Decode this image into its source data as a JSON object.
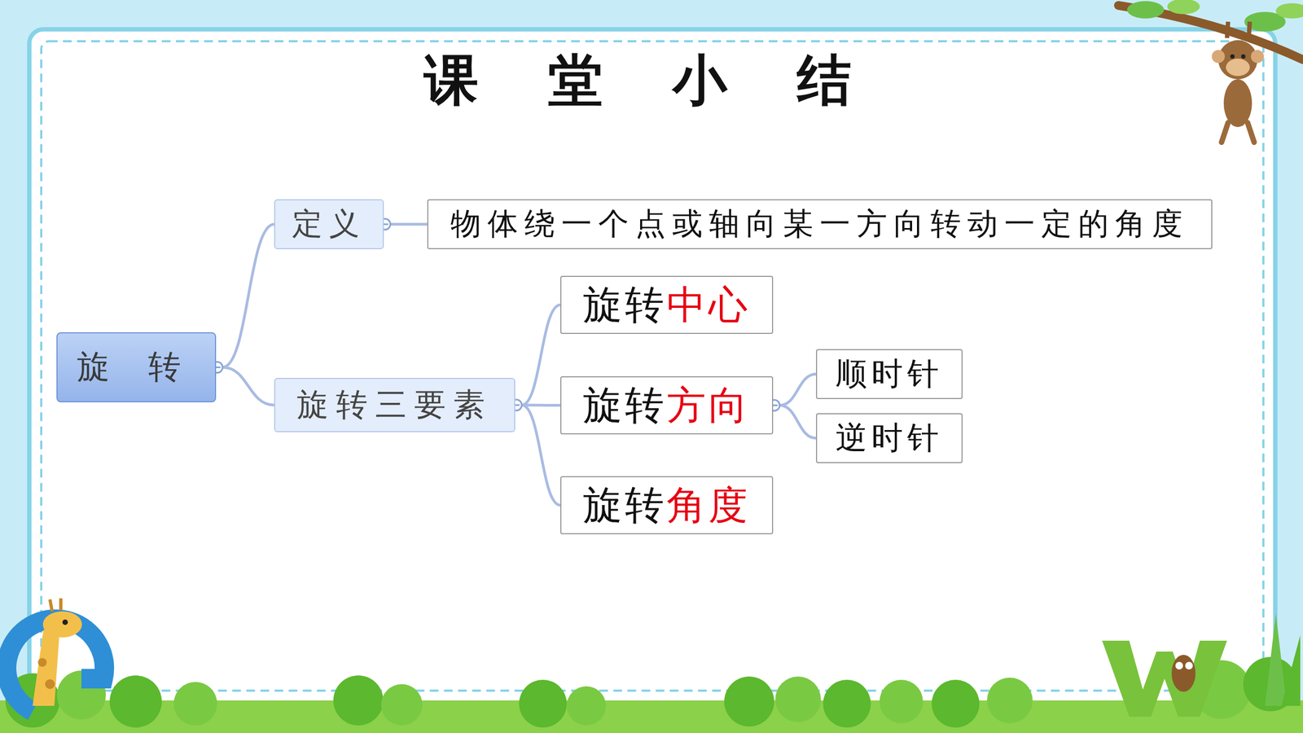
{
  "diagram": {
    "title": "课 堂 小 结",
    "nodes": [
      {
        "text": [
          "旋 转"
        ]
      },
      {
        "text": [
          "定义"
        ]
      },
      {
        "text": [
          "物体绕一个点或轴向某一方向转动一定的角度"
        ]
      },
      {
        "text": [
          "旋转三要素"
        ]
      },
      {
        "text": [
          "旋转",
          "中心"
        ]
      },
      {
        "text": [
          "旋转",
          "方向"
        ]
      },
      {
        "text": [
          "顺时针"
        ]
      },
      {
        "text": [
          "逆时针"
        ]
      },
      {
        "text": [
          "旋转",
          "角度"
        ]
      }
    ],
    "edges": [
      {
        "from": 0,
        "to": 1,
        "arrow": "none"
      },
      {
        "from": 1,
        "to": 2,
        "arrow": "none"
      },
      {
        "from": 0,
        "to": 3,
        "arrow": "none"
      },
      {
        "from": 3,
        "to": 4,
        "arrow": "none"
      },
      {
        "from": 3,
        "to": 5,
        "arrow": "none"
      },
      {
        "from": 3,
        "to": 8,
        "arrow": "none"
      },
      {
        "from": 5,
        "to": 6,
        "arrow": "none"
      },
      {
        "from": 5,
        "to": 7,
        "arrow": "none"
      }
    ]
  }
}
